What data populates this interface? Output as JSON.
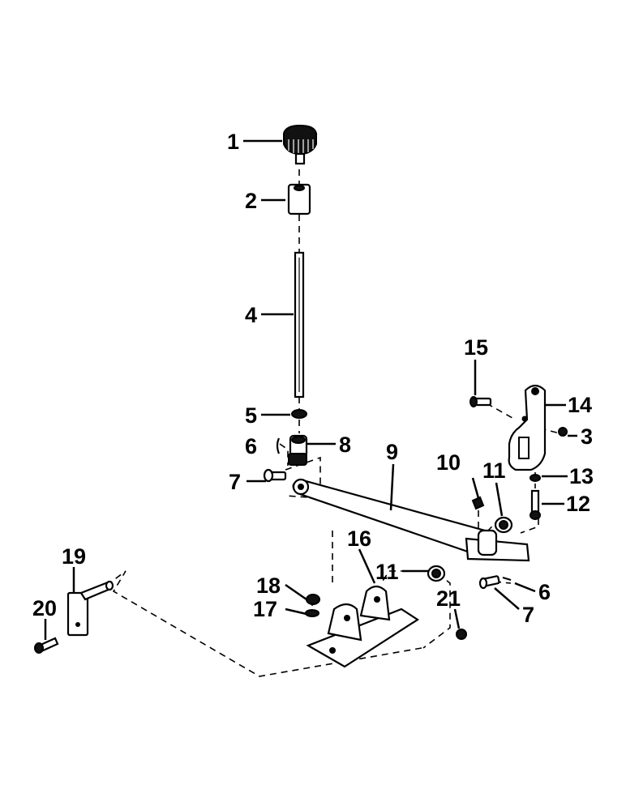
{
  "callouts": {
    "c1": "1",
    "c2": "2",
    "c3": "3",
    "c4": "4",
    "c5": "5",
    "c6a": "6",
    "c6b": "6",
    "c7a": "7",
    "c7b": "7",
    "c8": "8",
    "c9": "9",
    "c10": "10",
    "c11a": "11",
    "c11b": "11",
    "c12": "12",
    "c13": "13",
    "c14": "14",
    "c15": "15",
    "c16": "16",
    "c17": "17",
    "c18": "18",
    "c19": "19",
    "c20": "20",
    "c21": "21"
  },
  "colors": {
    "ink": "#000000",
    "paper": "#ffffff"
  }
}
